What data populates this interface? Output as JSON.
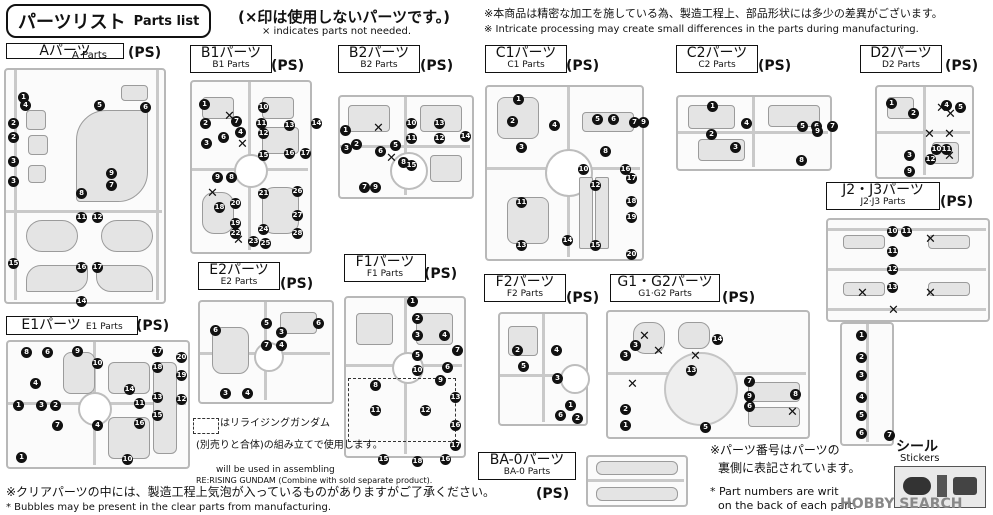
{
  "header": {
    "title_jp": "パーツリスト",
    "title_en": "Parts list",
    "unused_jp": "(×印は使用しないパーツです。)",
    "unused_en": "× indicates parts not needed.",
    "precision_jp": "※本商品は精密な加工を施している為、製造工程上、部品形状には多少の差異がございます。",
    "precision_en": "※ Intricate processing may create small differences in the parts during manufacturing."
  },
  "runners": {
    "A": {
      "jp": "Aパーツ",
      "en": "A Parts",
      "ps": "(PS)"
    },
    "B1": {
      "jp": "B1パーツ",
      "en": "B1 Parts",
      "ps": "(PS)"
    },
    "B2": {
      "jp": "B2パーツ",
      "en": "B2 Parts",
      "ps": "(PS)"
    },
    "C1": {
      "jp": "C1パーツ",
      "en": "C1 Parts",
      "ps": "(PS)"
    },
    "C2": {
      "jp": "C2パーツ",
      "en": "C2 Parts",
      "ps": "(PS)"
    },
    "D2": {
      "jp": "D2パーツ",
      "en": "D2 Parts",
      "ps": "(PS)"
    },
    "J23": {
      "jp": "J2・J3パーツ",
      "en": "J2·J3 Parts",
      "ps": "(PS)"
    },
    "E1": {
      "jp": "E1パーツ",
      "en": "E1 Parts",
      "ps": "(PS)"
    },
    "E2": {
      "jp": "E2パーツ",
      "en": "E2 Parts",
      "ps": "(PS)"
    },
    "F1": {
      "jp": "F1パーツ",
      "en": "F1 Parts",
      "ps": "(PS)"
    },
    "F2": {
      "jp": "F2パーツ",
      "en": "F2 Parts",
      "ps": "(PS)"
    },
    "G12": {
      "jp": "G1・G2パーツ",
      "en": "G1·G2 Parts",
      "ps": "(PS)"
    },
    "BA0": {
      "jp": "BA-0パーツ",
      "en": "BA-0 Parts",
      "ps": "(PS)"
    }
  },
  "legend": {
    "rising_jp": "はリライジングガンダム",
    "rising_jp2": "(別売りと合体)の組み立てで使用します。",
    "rising_en": "will be used in assembling",
    "rising_en2": "RE:RISING GUNDAM (Combine with sold separate product)."
  },
  "footer": {
    "clear_jp": "※クリアパーツの中には、製造工程上気泡が入っているものがありますがご了承ください。",
    "clear_en": "* Bubbles may be present in the clear parts from manufacturing.",
    "partnum_jp1": "※パーツ番号はパーツの",
    "partnum_jp2": "裏側に表記されています。",
    "partnum_en1": "* Part numbers are writ",
    "partnum_en2": "on the back of each part."
  },
  "sticker": {
    "jp": "シール",
    "en": "Stickers"
  },
  "watermark": "HOBBY SEARCH"
}
